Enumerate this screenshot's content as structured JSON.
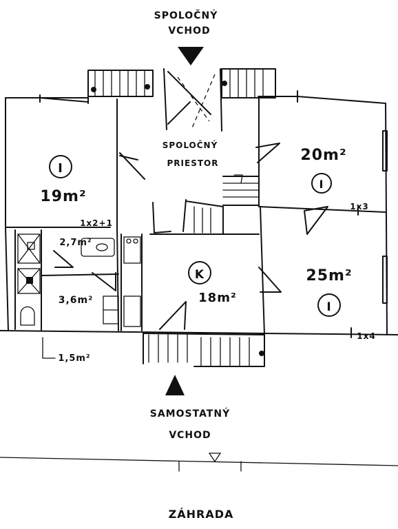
{
  "entrances": {
    "shared_line1": "SPOLOČNÝ",
    "shared_line2": "VCHOD",
    "separate_line1": "SAMOSTATNÝ",
    "separate_line2": "VCHOD"
  },
  "common_space": {
    "line1": "SPOLOČNÝ",
    "line2": "PRIESTOR"
  },
  "rooms": {
    "left_top": {
      "symbol": "I",
      "area": "19m²"
    },
    "right_top": {
      "symbol": "I",
      "area": "20m²"
    },
    "right_bottom": {
      "symbol": "I",
      "area": "25m²"
    },
    "kitchen": {
      "symbol": "K",
      "area": "18m²"
    },
    "bath_small": {
      "area": "2,7m²"
    },
    "bath_large": {
      "area": "3,6m²"
    },
    "wc": {
      "area": "1,5m²"
    }
  },
  "windows": {
    "w1": "1x2+1",
    "w2": "1x3",
    "w3": "1x4"
  },
  "garden": {
    "label": "ZÁHRADA"
  }
}
